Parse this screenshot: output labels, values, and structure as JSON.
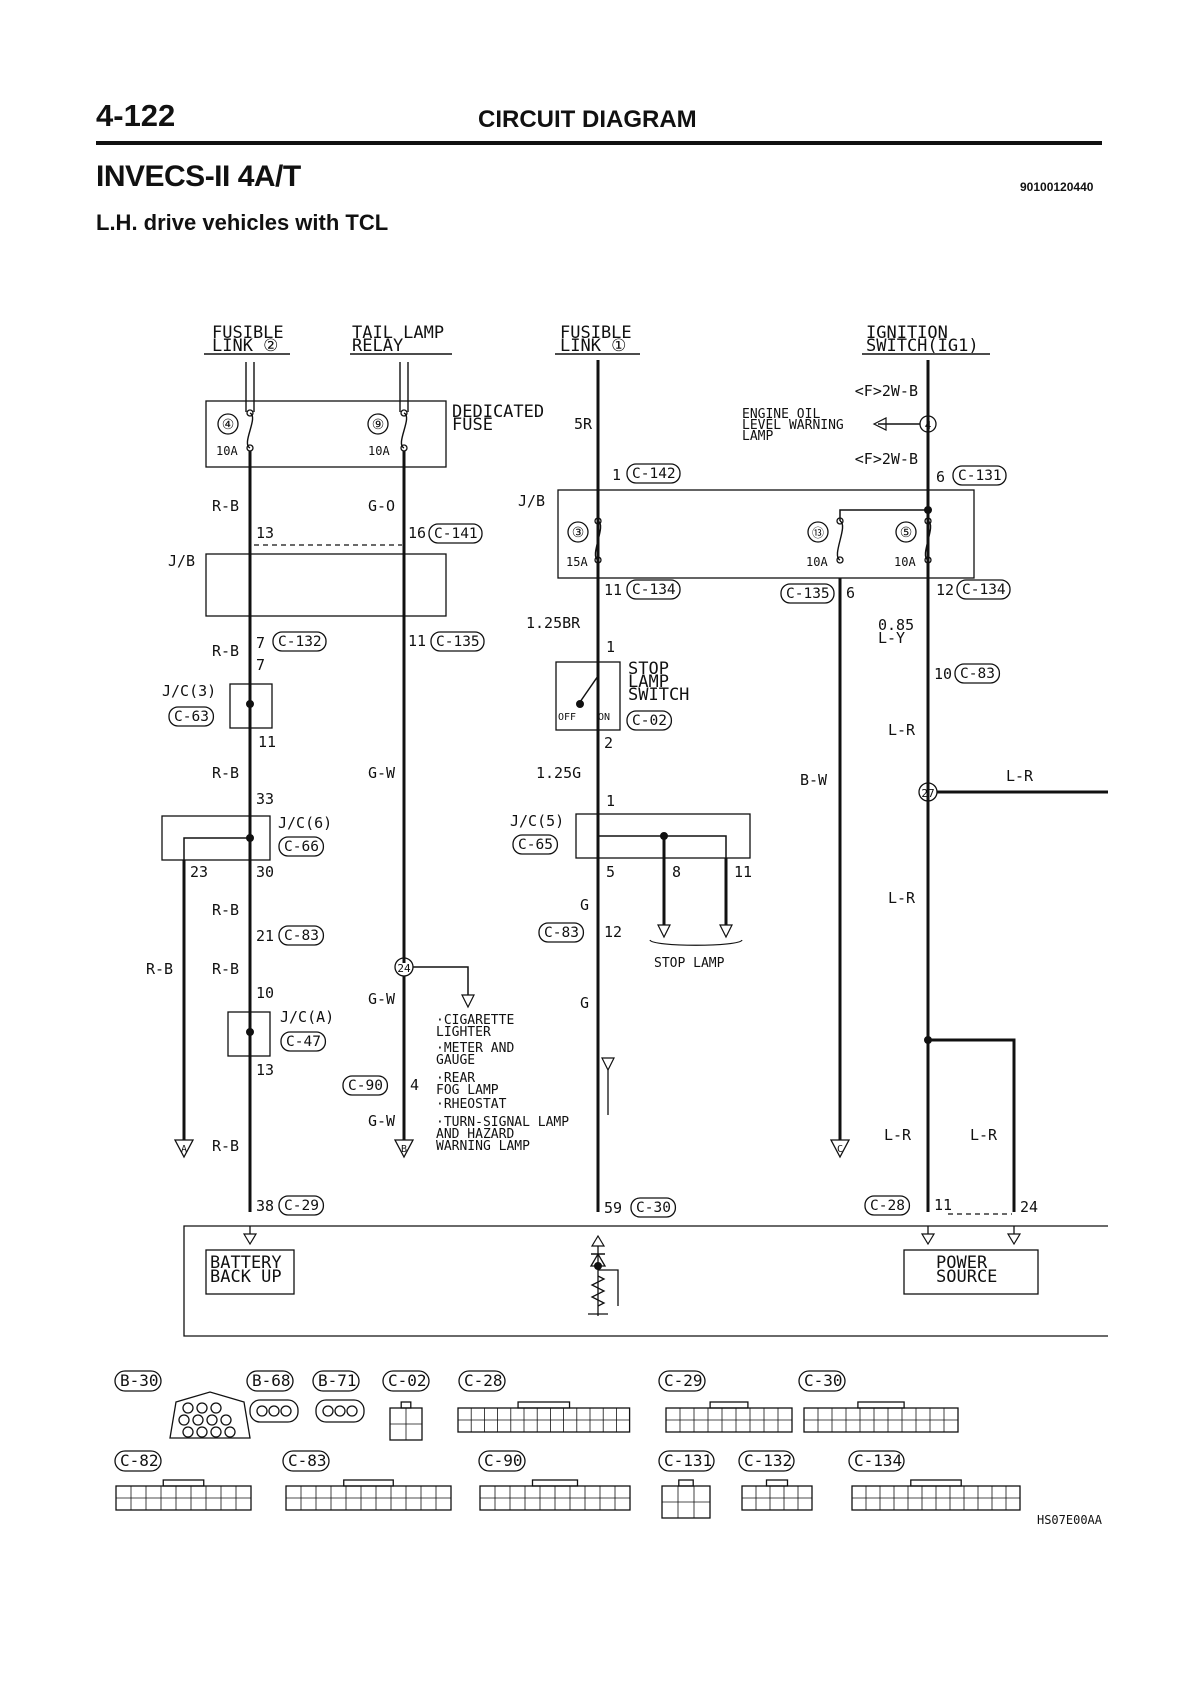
{
  "header": {
    "page_number": "4-122",
    "page_title": "CIRCUIT DIAGRAM",
    "section_title": "INVECS-II 4A/T",
    "doc_id": "90100120440",
    "subtitle": "L.H. drive vehicles with TCL"
  },
  "sources": {
    "fusible_link_2": [
      "FUSIBLE",
      "LINK ②"
    ],
    "tail_lamp_relay": [
      "TAIL LAMP",
      "RELAY"
    ],
    "fusible_link_1": [
      "FUSIBLE",
      "LINK ①"
    ],
    "ignition_switch": [
      "IGNITION",
      "SWITCH(IG1)"
    ]
  },
  "dedicated_fuse": {
    "label": [
      "DEDICATED",
      "FUSE"
    ],
    "fuse_a": "④",
    "fuse_b": "⑨",
    "rating_a": "10A",
    "rating_b": "10A"
  },
  "wires": {
    "rb": "R-B",
    "go": "G-O",
    "gw": "G-W",
    "w_5r": "5R",
    "w_125br": "1.25BR",
    "w_125g": "1.25G",
    "w_g": "G",
    "bw": "B-W",
    "w_085": [
      "0.85",
      "L-Y"
    ],
    "lr": "L-R",
    "f2wb": "<F>2W-B"
  },
  "junction": {
    "jb_left": "J/B",
    "jb_right": "J/B",
    "fuse_3": "③",
    "fuse_13": "⑬",
    "fuse_5": "⑤",
    "rating_15": "15A",
    "rating_10a": "10A",
    "rating_10b": "10A"
  },
  "engine_oil": [
    "ENGINE OIL",
    "LEVEL WARNING",
    "LAMP"
  ],
  "pins": {
    "p13": "13",
    "p16": "16",
    "p7a": "7",
    "p7b": "7",
    "p11a": "11",
    "p11b": "11",
    "p33": "33",
    "p23": "23",
    "p30": "30",
    "p21": "21",
    "p10a": "10",
    "p13b": "13",
    "p4a": "4",
    "p38": "38",
    "p1a": "1",
    "p11c": "11",
    "p1b": "1",
    "p2": "2",
    "p1c": "1",
    "p5": "5",
    "p8": "8",
    "p11d": "11",
    "p12a": "12",
    "p59": "59",
    "p6a": "6",
    "p6b": "6",
    "p12b": "12",
    "p10b": "10",
    "p4b": "4",
    "p11e": "11",
    "p24": "24"
  },
  "connectors": {
    "c141": "C-141",
    "c132": "C-132",
    "c135": "C-135",
    "c63": "C-63",
    "c66": "C-66",
    "c83": "C-83",
    "c47": "C-47",
    "c90": "C-90",
    "c29": "C-29",
    "c142": "C-142",
    "c134": "C-134",
    "c02": "C-02",
    "c65": "C-65",
    "c30": "C-30",
    "c131": "C-131",
    "c28": "C-28"
  },
  "jc": {
    "jc3": "J/C(3)",
    "jc6": "J/C(6)",
    "jca": "J/C(A)",
    "jc5": "J/C(5)"
  },
  "splices": {
    "s24": "24",
    "s27": "27"
  },
  "stop_lamp_switch": {
    "label": [
      "STOP",
      "LAMP",
      "SWITCH"
    ],
    "off": "OFF",
    "on": "ON"
  },
  "stop_lamp": "STOP LAMP",
  "cig_items": [
    [
      "·CIGARETTE",
      "LIGHTER"
    ],
    [
      "·METER AND",
      "GAUGE"
    ],
    [
      "·REAR",
      "FOG LAMP"
    ],
    [
      "·RHEOSTAT"
    ],
    [
      "·TURN-SIGNAL LAMP",
      "AND HAZARD",
      "WARNING LAMP"
    ]
  ],
  "continuations": {
    "a": "A",
    "b": "B",
    "c": "C"
  },
  "ecu": {
    "battery_back_up": [
      "BATTERY",
      "BACK UP"
    ],
    "power_source": [
      "POWER",
      "SOURCE"
    ]
  },
  "connector_views": {
    "b30": "B-30",
    "b68": "B-68",
    "b71": "B-71",
    "c02": "C-02",
    "c28": "C-28",
    "c29": "C-29",
    "c30": "C-30",
    "c82": "C-82",
    "c83": "C-83",
    "c90": "C-90",
    "c131": "C-131",
    "c132": "C-132",
    "c134": "C-134",
    "code": "HS07E00AA"
  }
}
